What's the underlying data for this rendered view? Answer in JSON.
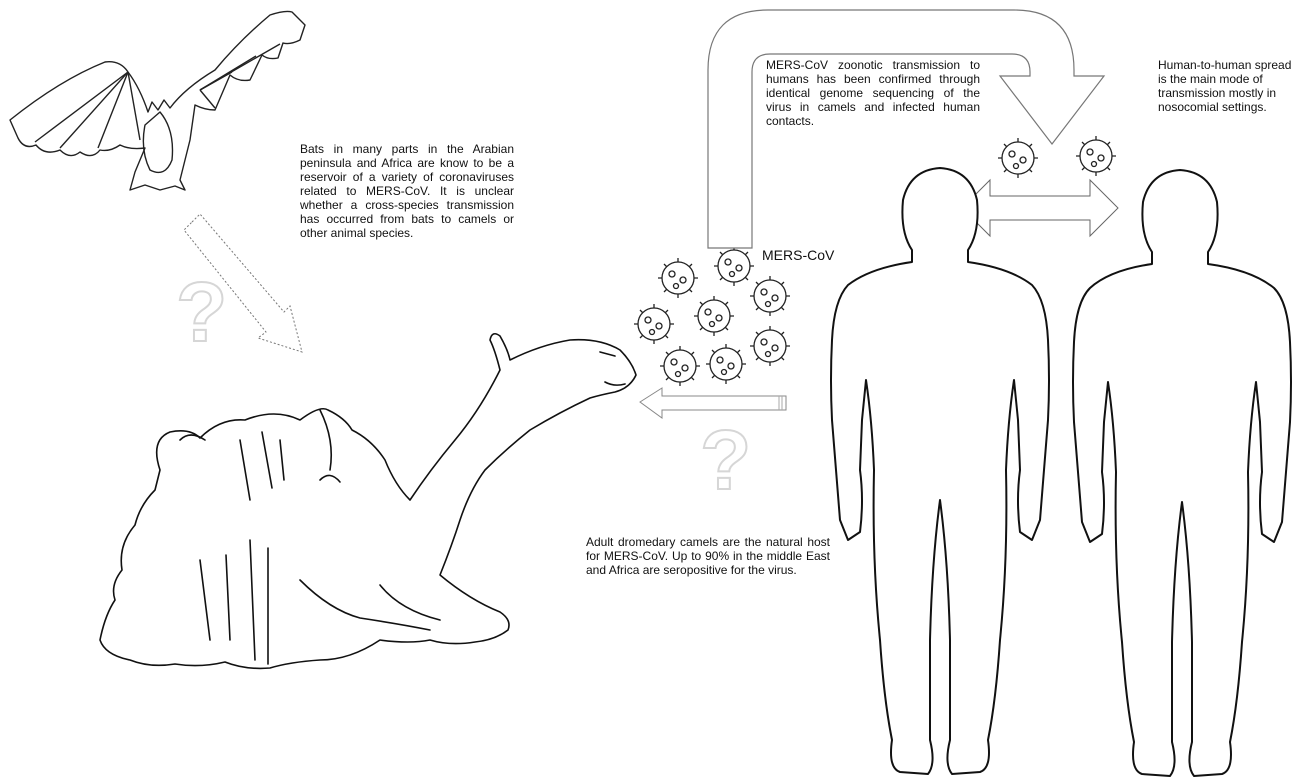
{
  "texts": {
    "bats": "Bats in many parts in the Arabian peninsula and Africa are know to be a reservoir of a variety of coronaviruses related to MERS-CoV. It is unclear whether a cross-species transmission has occurred from bats to camels or other animal species.",
    "zoonotic": "MERS-CoV zoonotic transmission to humans has been confirmed through identical genome sequencing of the virus in camels and infected human contacts.",
    "human_to_human": "Human-to-human spread is the main mode of transmission mostly in nosocomial settings.",
    "camels": "Adult dromedary camels are the natural host for MERS-CoV. Up to 90% in the middle East and Africa are seropositive for the virus.",
    "virus_label": "MERS-CoV",
    "unknown_mark": "?"
  },
  "icons": [
    "bat-icon",
    "camel-icon",
    "virus-icon",
    "human-silhouette-icon",
    "question-mark-icon"
  ]
}
